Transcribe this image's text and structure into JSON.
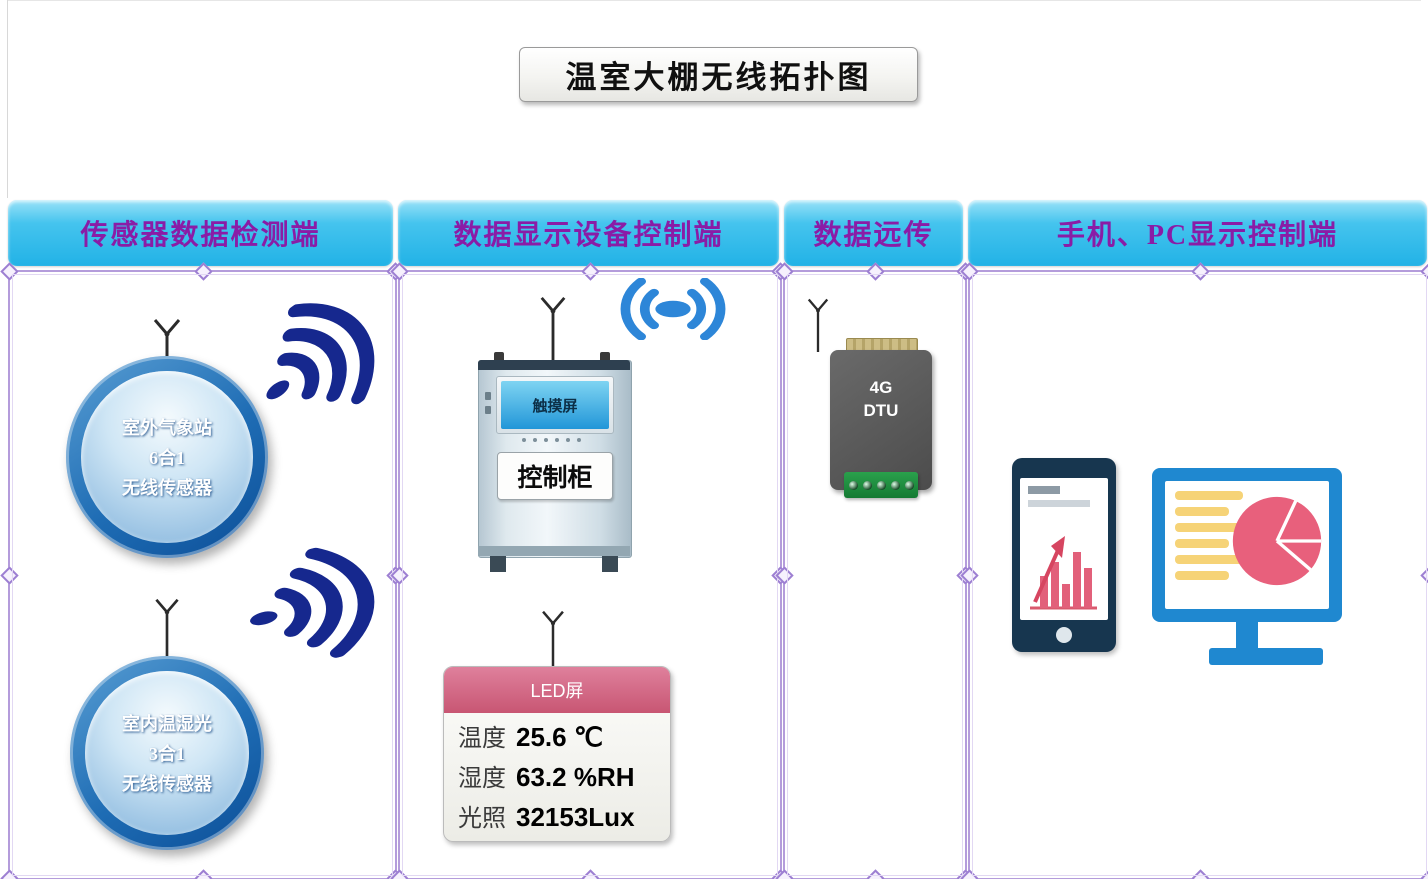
{
  "title": "温室大棚无线拓扑图",
  "columns": [
    {
      "id": "sensors",
      "header": "传感器数据检测端"
    },
    {
      "id": "display-control",
      "header": "数据显示设备控制端"
    },
    {
      "id": "remote-transmission",
      "header": "数据远传"
    },
    {
      "id": "phone-pc",
      "header": "手机、PC显示控制端"
    }
  ],
  "sensors": [
    {
      "line1": "室外气象站",
      "line2": "6合1",
      "line3": "无线传感器"
    },
    {
      "line1": "室内温湿光",
      "line2": "3合1",
      "line3": "无线传感器"
    }
  ],
  "control_cabinet": {
    "screen_label": "触摸屏",
    "label": "控制柜"
  },
  "dtu": {
    "line1": "4G",
    "line2": "DTU"
  },
  "led_panel": {
    "header": "LED屏",
    "readings": [
      {
        "label": "温度",
        "value": "25.6 ℃"
      },
      {
        "label": "湿度",
        "value": "63.2 %RH"
      },
      {
        "label": "光照",
        "value": "32153Lux"
      }
    ]
  },
  "colors": {
    "header_bar": "#35bcea",
    "header_text": "#8a1ca6",
    "frame_border": "#b49cdb",
    "signal_wave": "#16288e",
    "wifi_icon": "#2d86d8",
    "sensor_ring": "#1565b8",
    "led_header": "#c85673",
    "dtu_body": "#565656",
    "dtu_terminal": "#1e8a3c",
    "monitor_blue": "#1f88d0",
    "pie_pink": "#e8607c",
    "doc_lines_yellow": "#f6d377",
    "phone_body": "#17364f",
    "bar_chart_pink": "#e2607a"
  }
}
